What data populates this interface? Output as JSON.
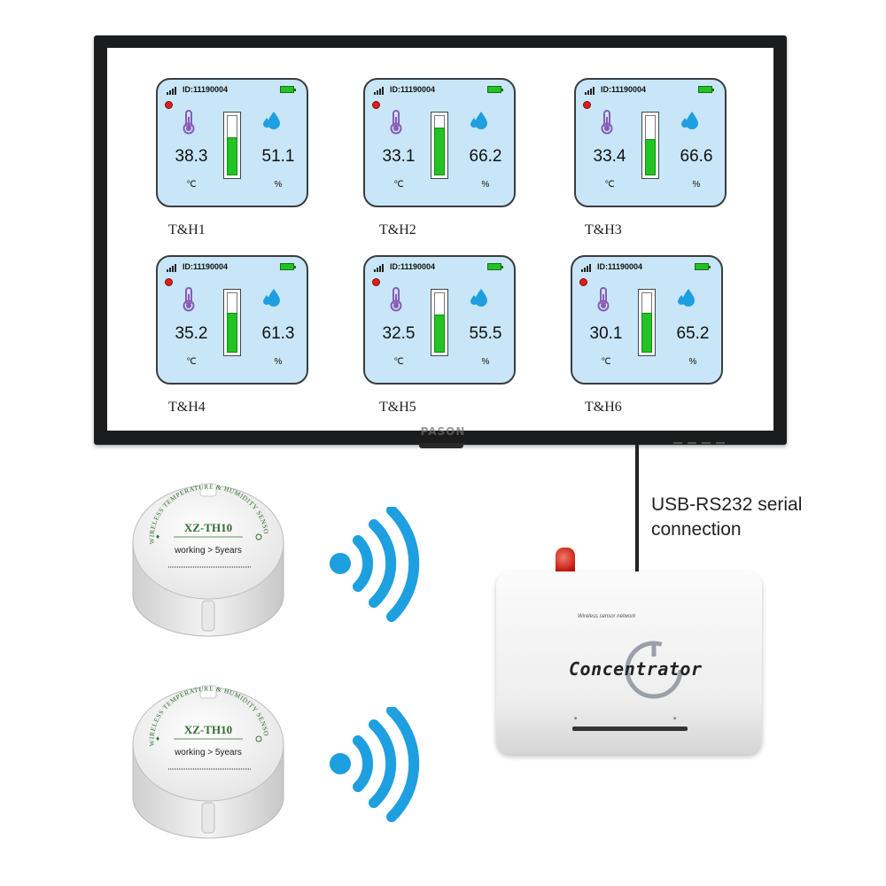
{
  "colors": {
    "panel_bg": "#c8e6f7",
    "gauge_green": "#22c322",
    "wifi_blue": "#1e9fe0",
    "status_red": "#e31b1b",
    "thermometer": "#8a5bb5"
  },
  "monitor": {
    "brand": "PASON"
  },
  "panels": [
    {
      "id": "ID:11190004",
      "temp": "38.3",
      "hum": "51.1",
      "temp_unit": "℃",
      "hum_unit": "%",
      "label": "T&H1",
      "level": 0.63
    },
    {
      "id": "ID:11190004",
      "temp": "33.1",
      "hum": "66.2",
      "temp_unit": "℃",
      "hum_unit": "%",
      "label": "T&H2",
      "level": 0.8
    },
    {
      "id": "ID:11190004",
      "temp": "33.4",
      "hum": "66.6",
      "temp_unit": "℃",
      "hum_unit": "%",
      "label": "T&H3",
      "level": 0.6
    },
    {
      "id": "ID:11190004",
      "temp": "35.2",
      "hum": "61.3",
      "temp_unit": "℃",
      "hum_unit": "%",
      "label": "T&H4",
      "level": 0.66
    },
    {
      "id": "ID:11190004",
      "temp": "32.5",
      "hum": "55.5",
      "temp_unit": "℃",
      "hum_unit": "%",
      "label": "T&H5",
      "level": 0.63
    },
    {
      "id": "ID:11190004",
      "temp": "30.1",
      "hum": "65.2",
      "temp_unit": "℃",
      "hum_unit": "%",
      "label": "T&H6",
      "level": 0.66
    }
  ],
  "connection": {
    "line1": "USB-RS232 serial",
    "line2": "connection"
  },
  "concentrator": {
    "name": "Concentrator",
    "subtitle": "Wireless sensor network"
  },
  "sensors": [
    {
      "model": "XZ-TH10",
      "arc_text": "WIRELESS TEMPERATURE & HUMIDITY SENSOR",
      "life": "working > 5years"
    },
    {
      "model": "XZ-TH10",
      "arc_text": "WIRELESS TEMPERATURE & HUMIDITY SENSOR",
      "life": "working > 5years"
    }
  ]
}
